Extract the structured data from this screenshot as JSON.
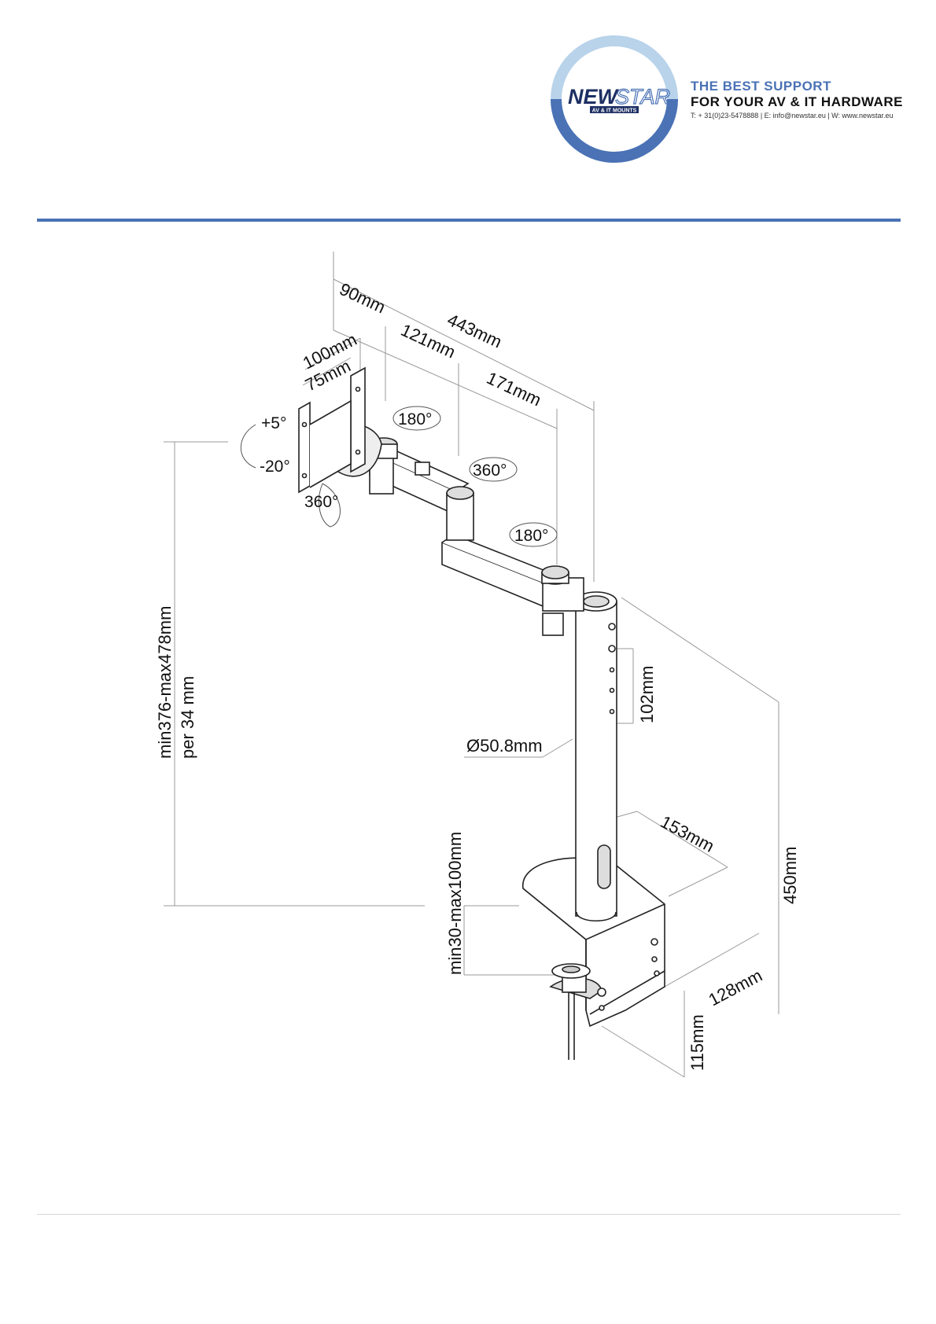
{
  "brand": {
    "logo_main": "NEW",
    "logo_accent": "STAR",
    "logo_sub": "AV & IT MOUNTS",
    "tagline_line1": "THE BEST SUPPORT",
    "tagline_line2": "FOR YOUR AV & IT HARDWARE",
    "contact": "T: + 31(0)23-5478888 | E: info@newstar.eu | W: www.newstar.eu",
    "accent_color": "#4a72b5",
    "ring_light": "#b8d3ea",
    "ring_dark": "#4a72b5"
  },
  "dimensions": {
    "d90": "90mm",
    "d443": "443mm",
    "d121": "121mm",
    "d100": "100mm",
    "d75": "75mm",
    "d171": "171mm",
    "tilt_up": "+5°",
    "tilt_down": "-20°",
    "rot_head": "180°",
    "rot_mid": "360°",
    "rot_base": "180°",
    "rot_plate": "360°",
    "height_range": "min376-max478mm",
    "height_step": "per 34 mm",
    "d102": "102mm",
    "diameter": "Ø50.8mm",
    "d153": "153mm",
    "d450": "450mm",
    "clamp_range": "min30-max100mm",
    "d128": "128mm",
    "d115": "115mm"
  }
}
